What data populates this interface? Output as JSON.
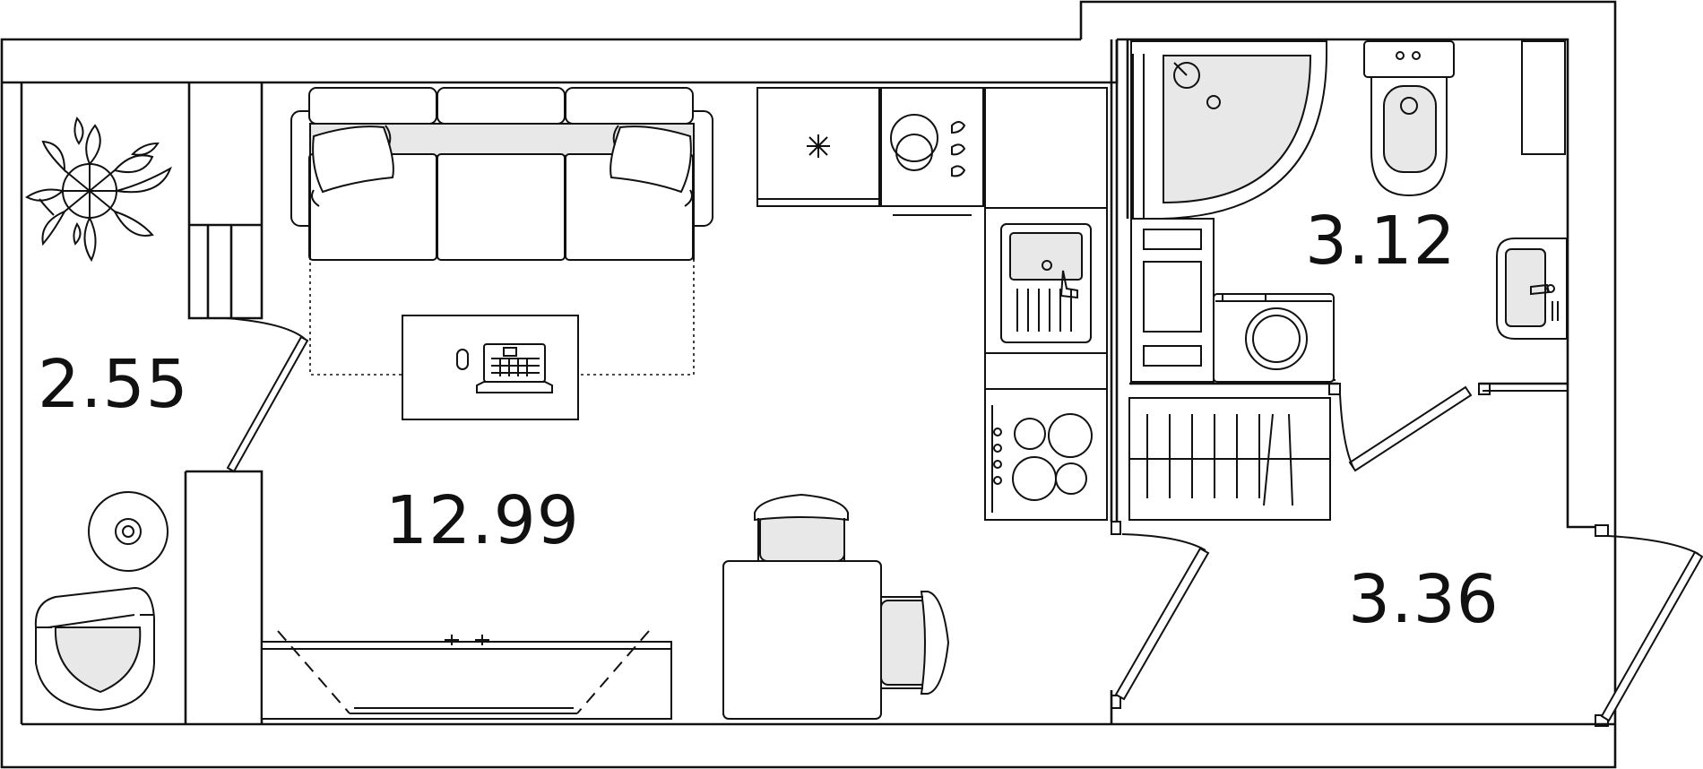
{
  "rooms": {
    "balcony": {
      "area": "2.55"
    },
    "living_room": {
      "area": "12.99"
    },
    "bathroom": {
      "area": "3.12"
    },
    "hallway": {
      "area": "3.36"
    }
  },
  "colors": {
    "wall": "#111111",
    "fixture_fill": "#e8e8e8",
    "background": "#ffffff"
  }
}
